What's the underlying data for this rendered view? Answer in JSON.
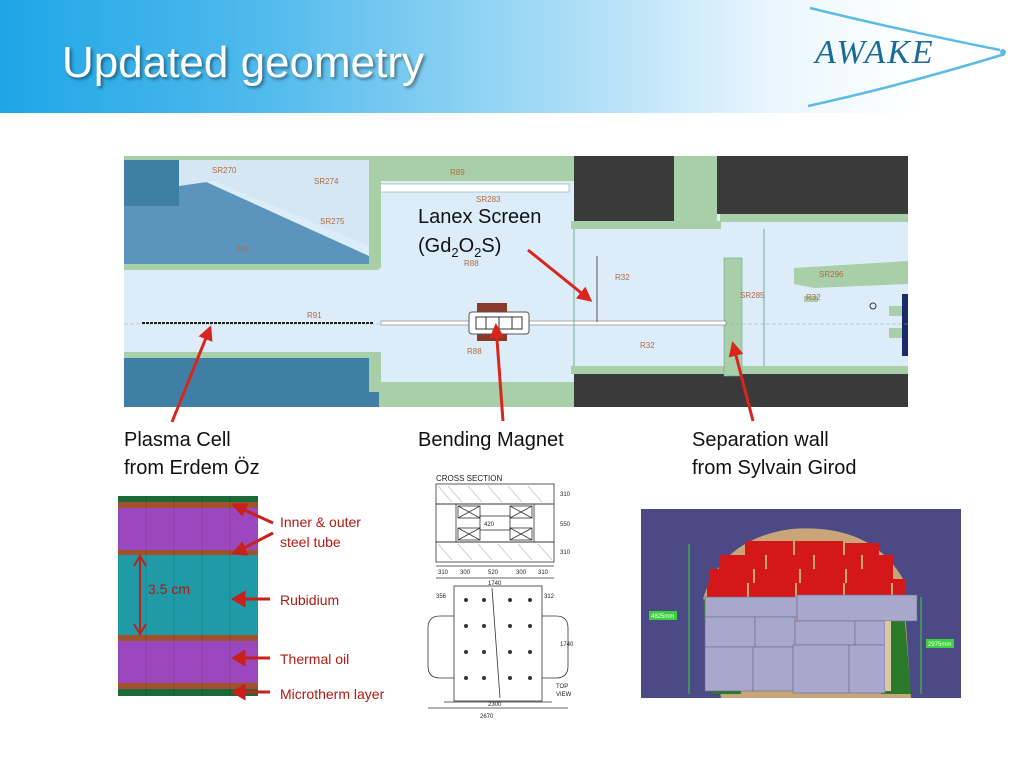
{
  "slide": {
    "title": "Updated geometry",
    "logo_text": "AWAKE"
  },
  "layout_drawing": {
    "annotation_line1": "Lanex Screen",
    "annotation_formula_parts": [
      "(Gd",
      "2",
      "O",
      "2",
      "S)"
    ],
    "room_labels": [
      "SR270",
      "SR274",
      "SR275",
      "R8",
      "R89",
      "SR283",
      "R88",
      "R91",
      "R88",
      "R32",
      "R32",
      "SR285",
      "SR296",
      "R32"
    ]
  },
  "captions": {
    "plasma_cell": [
      "Plasma Cell",
      "from Erdem Öz"
    ],
    "bending_magnet": "Bending Magnet",
    "separation_wall": [
      "Separation wall",
      "from Sylvain Girod"
    ]
  },
  "plasma_cross_section": {
    "dimension_label": "3.5 cm",
    "layers": [
      "Inner & outer",
      "steel tube",
      "Rubidium",
      "Thermal oil",
      "Microtherm layer"
    ]
  },
  "magnet_drawing": {
    "section_title": "CROSS SECTION",
    "top_view_label": [
      "TOP",
      "VIEW"
    ],
    "dims_bottom": [
      "310",
      "300",
      "520",
      "300",
      "310"
    ],
    "dim_total": "1740",
    "dim_small": "420",
    "dim_side": "356",
    "dim_side_right": "312",
    "dim_height": "1740",
    "dim_inner": "2300",
    "dim_outer": "2670",
    "dims_right": [
      "310",
      "550",
      "310"
    ]
  },
  "wall_render": {
    "tag_left": "4825mm",
    "tag_right": "2975mm"
  },
  "colors": {
    "header_blue": "#1ea6e6",
    "arrow_red": "#d8261c",
    "label_red": "#b01a12",
    "drawing_fill": "#dcedf9",
    "wall_green": "#a9cfa8",
    "block_dark": "#3a3a3a",
    "rubidium_teal": "#1f9aa6",
    "oil_purple": "#9b48bf",
    "render_bg": "#4b4a86",
    "render_red": "#d4181a"
  }
}
